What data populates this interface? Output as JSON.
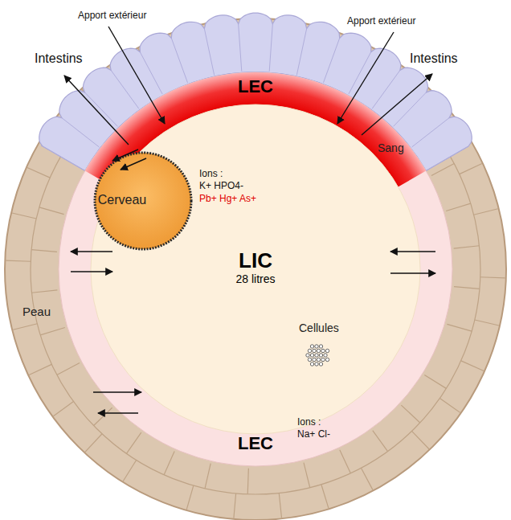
{
  "diagram": {
    "nodes": [
      {
        "text": [
          "Peau"
        ]
      },
      {
        "text": [
          "LEC",
          "Ions :",
          "Na+ Cl-"
        ],
        "in": 0
      },
      {
        "text": [
          "LEC",
          "Sang"
        ],
        "in": 1
      },
      {
        "text": [
          "LIC",
          "28 litres",
          "Ions :",
          "K+ HPO4-",
          "Pb+ Hg+ As+",
          "Cellules"
        ],
        "in": 1
      },
      {
        "text": [
          "Cerveau"
        ],
        "in": 1
      }
    ],
    "edges": [
      {
        "from": 3,
        "to": 1,
        "arrow": "to"
      },
      {
        "from": 1,
        "to": 3,
        "arrow": "to"
      },
      {
        "from": 1,
        "to": 3,
        "arrow": "to"
      },
      {
        "from": 3,
        "to": 1,
        "arrow": "to"
      },
      {
        "from": 1,
        "to": 3,
        "arrow": "to"
      },
      {
        "from": 3,
        "to": 1,
        "arrow": "to"
      },
      {
        "from": 2,
        "to": 4,
        "arrow": "to"
      },
      {
        "from": 2,
        "to": 4,
        "arrow": "to"
      }
    ],
    "labels": [
      "Apport extérieur",
      "Apport extérieur",
      "Intestins",
      "Intestins"
    ]
  }
}
